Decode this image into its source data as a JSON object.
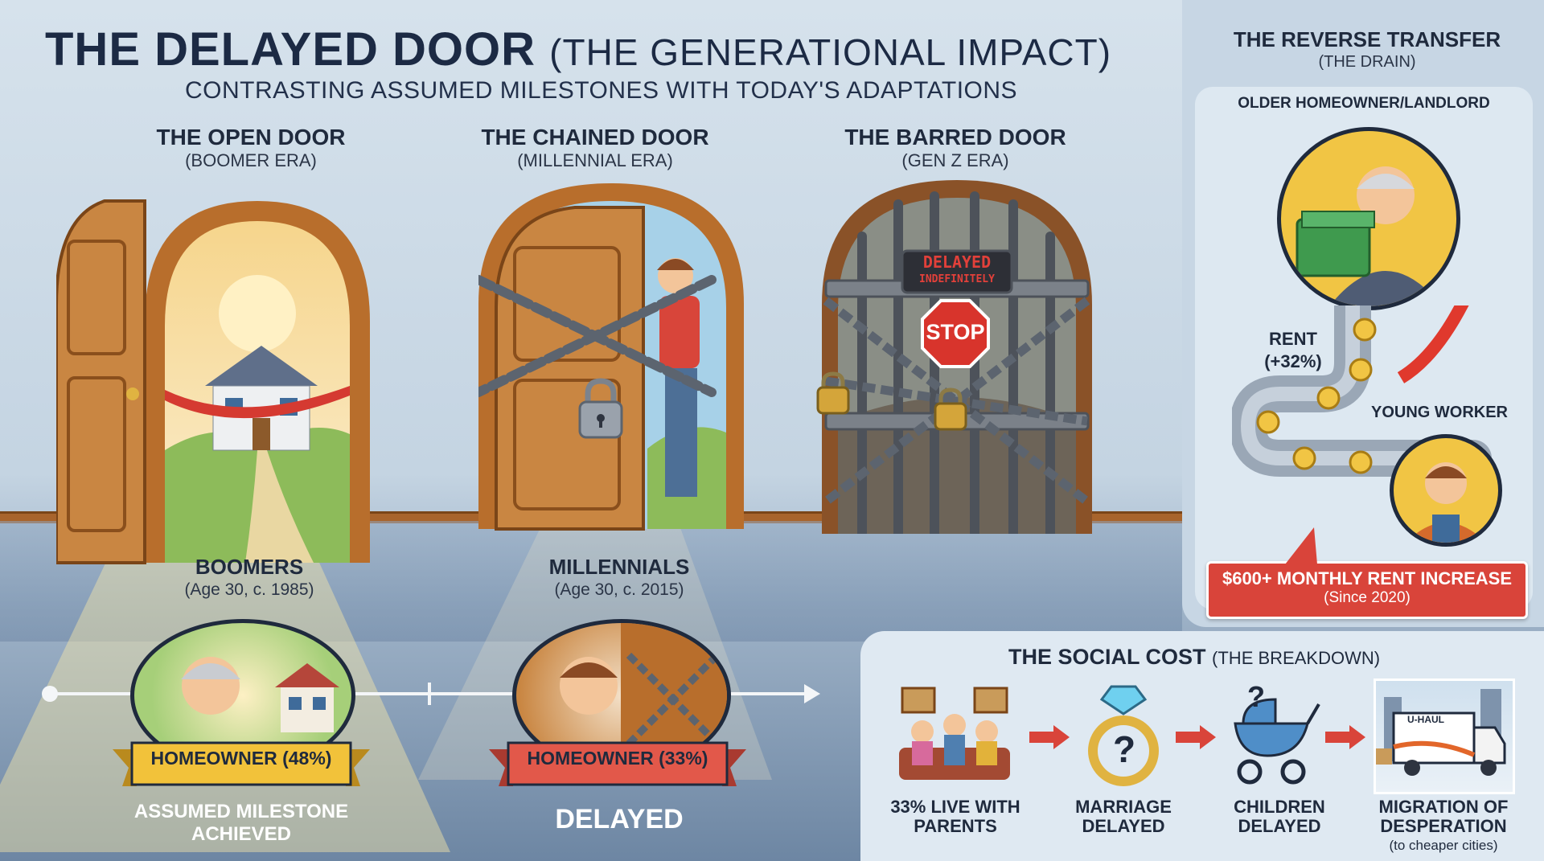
{
  "header": {
    "title": "THE DELAYED DOOR",
    "title_paren": "(THE GENERATIONAL IMPACT)",
    "subtitle": "CONTRASTING ASSUMED MILESTONES WITH TODAY'S ADAPTATIONS"
  },
  "doors": [
    {
      "title": "THE OPEN DOOR",
      "era": "(BOOMER ERA)"
    },
    {
      "title": "THE CHAINED DOOR",
      "era": "(MILLENNIAL ERA)"
    },
    {
      "title": "THE BARRED DOOR",
      "era": "(GEN Z ERA)"
    }
  ],
  "barred_sign": {
    "line1": "DELAYED",
    "line2": "INDEFINITELY",
    "stop": "STOP"
  },
  "generations": [
    {
      "name": "BOOMERS",
      "age": "(Age 30, c. 1985)",
      "badge": "HOMEOWNER (48%)",
      "outcome_line1": "ASSUMED MILESTONE",
      "outcome_line2": "ACHIEVED"
    },
    {
      "name": "MILLENNIALS",
      "age": "(Age 30, c. 2015)",
      "badge": "HOMEOWNER (33%)",
      "outcome_line1": "DELAYED",
      "outcome_line2": ""
    }
  ],
  "reverse_transfer": {
    "title": "THE REVERSE TRANSFER",
    "subtitle": "(THE DRAIN)",
    "older_label": "OLDER HOMEOWNER/LANDLORD",
    "rent_label": "RENT",
    "rent_change": "(+32%)",
    "young_label": "YOUNG WORKER",
    "callout_line1": "$600+ MONTHLY RENT INCREASE",
    "callout_line2": "(Since 2020)"
  },
  "social_cost": {
    "title": "THE SOCIAL COST",
    "title_paren": "(THE BREAKDOWN)",
    "items": [
      {
        "line1": "33% LIVE WITH",
        "line2": "PARENTS",
        "note": ""
      },
      {
        "line1": "MARRIAGE",
        "line2": "DELAYED",
        "note": ""
      },
      {
        "line1": "CHILDREN",
        "line2": "DELAYED",
        "note": ""
      },
      {
        "line1": "MIGRATION OF",
        "line2": "DESPERATION",
        "note": "(to cheaper cities)"
      }
    ],
    "truck_sign": "U-HAUL"
  },
  "colors": {
    "navy": "#1c2a44",
    "wood": "#c07a35",
    "wood_dark": "#8a4f1c",
    "gold_badge": "#f2c23a",
    "red_badge": "#e2584a",
    "callout_red": "#d9443a"
  },
  "icons": [
    "door-open-icon",
    "door-chained-icon",
    "door-barred-icon",
    "padlock-icon",
    "stop-sign-icon",
    "coin-icon",
    "pipe-icon",
    "ring-icon",
    "stroller-icon",
    "moving-truck-icon",
    "arrow-right-icon"
  ]
}
